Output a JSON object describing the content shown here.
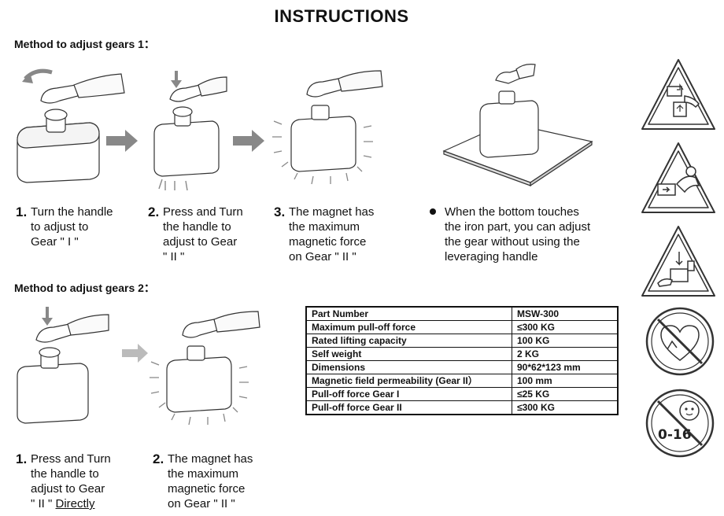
{
  "title": "INSTRUCTIONS",
  "method1": {
    "heading": "Method to adjust gears 1：",
    "steps": [
      {
        "num": "1.",
        "lines": [
          "Turn the handle",
          "to adjust to",
          "Gear \" I \""
        ]
      },
      {
        "num": "2.",
        "lines": [
          "Press and Turn",
          "the handle to",
          "adjust to Gear",
          "\" II \""
        ]
      },
      {
        "num": "3.",
        "lines": [
          "The magnet has",
          "the maximum",
          "magnetic force",
          "on Gear \" II \""
        ]
      }
    ],
    "note_lines": [
      "When the bottom touches",
      "the iron part, you can adjust",
      "the gear without using the",
      "leveraging handle"
    ]
  },
  "method2": {
    "heading": "Method to adjust gears 2：",
    "steps": [
      {
        "num": "1.",
        "lines": [
          "Press and Turn",
          "the handle to",
          "adjust to Gear",
          "\" II \"",
          "Directly"
        ]
      },
      {
        "num": "2.",
        "lines": [
          "The magnet has",
          "the maximum",
          "magnetic force",
          "on Gear \" II \""
        ]
      }
    ]
  },
  "spec_table": [
    {
      "label": "Part Number",
      "value": "MSW-300"
    },
    {
      "label": "Maximum pull-off force",
      "value": "≤300 KG"
    },
    {
      "label": "Rated lifting capacity",
      "value": "100 KG"
    },
    {
      "label": "Self weight",
      "value": "2 KG"
    },
    {
      "label": "Dimensions",
      "value": "90*62*123 mm"
    },
    {
      "label": "Magnetic field permeability (Gear II）",
      "value": "100 mm"
    },
    {
      "label": "Pull-off force Gear I",
      "value": "≤25 KG"
    },
    {
      "label": "Pull-off force Gear II",
      "value": "≤300 KG"
    }
  ],
  "warning_icons": [
    "crush-hand-warning-icon",
    "magnetic-field-hand-warning-icon",
    "heavy-object-warning-icon",
    "no-pacemaker-icon",
    "no-children-icon"
  ],
  "age_label": "0-16"
}
